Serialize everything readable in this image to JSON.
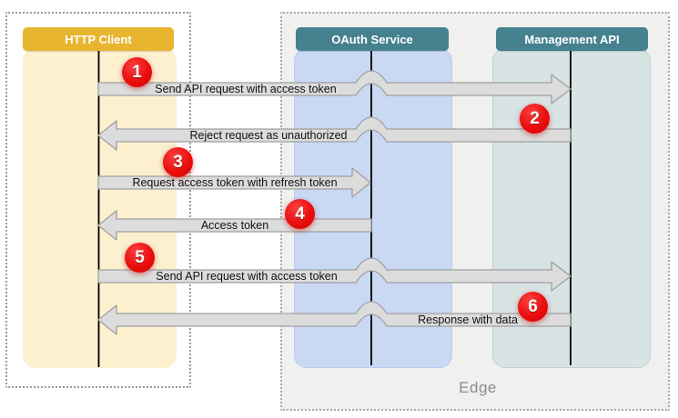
{
  "diagram": {
    "actors": [
      {
        "name": "HTTP Client"
      },
      {
        "name": "OAuth Service"
      },
      {
        "name": "Management API"
      }
    ],
    "edge": {
      "label": "Edge"
    },
    "messages": [
      {
        "step": "1",
        "label": "Send API request with access token",
        "from": "HTTP Client",
        "to": "Management API"
      },
      {
        "step": "2",
        "label": "Reject request as unauthorized",
        "from": "Management API",
        "to": "HTTP Client"
      },
      {
        "step": "3",
        "label": "Request access token with refresh token",
        "from": "HTTP Client",
        "to": "OAuth Service"
      },
      {
        "step": "4",
        "label": "Access token",
        "from": "OAuth Service",
        "to": "HTTP Client"
      },
      {
        "step": "5",
        "label": "Send API request with access token",
        "from": "HTTP Client",
        "to": "Management API"
      },
      {
        "step": "6",
        "label": "Response with data",
        "from": "Management API",
        "to": "HTTP Client"
      }
    ],
    "colors": {
      "client_header": "#E8B52F",
      "service_header": "#45818E",
      "client_body": "#FCF0CF",
      "oauth_body": "#C9D9F4",
      "management_body": "#D8E3E4",
      "edge_background": "#F0F0EF",
      "arrow_fill": "#DCDCDC",
      "arrow_stroke": "#A0A0A0",
      "step_badge": "#EA0D0D"
    }
  }
}
